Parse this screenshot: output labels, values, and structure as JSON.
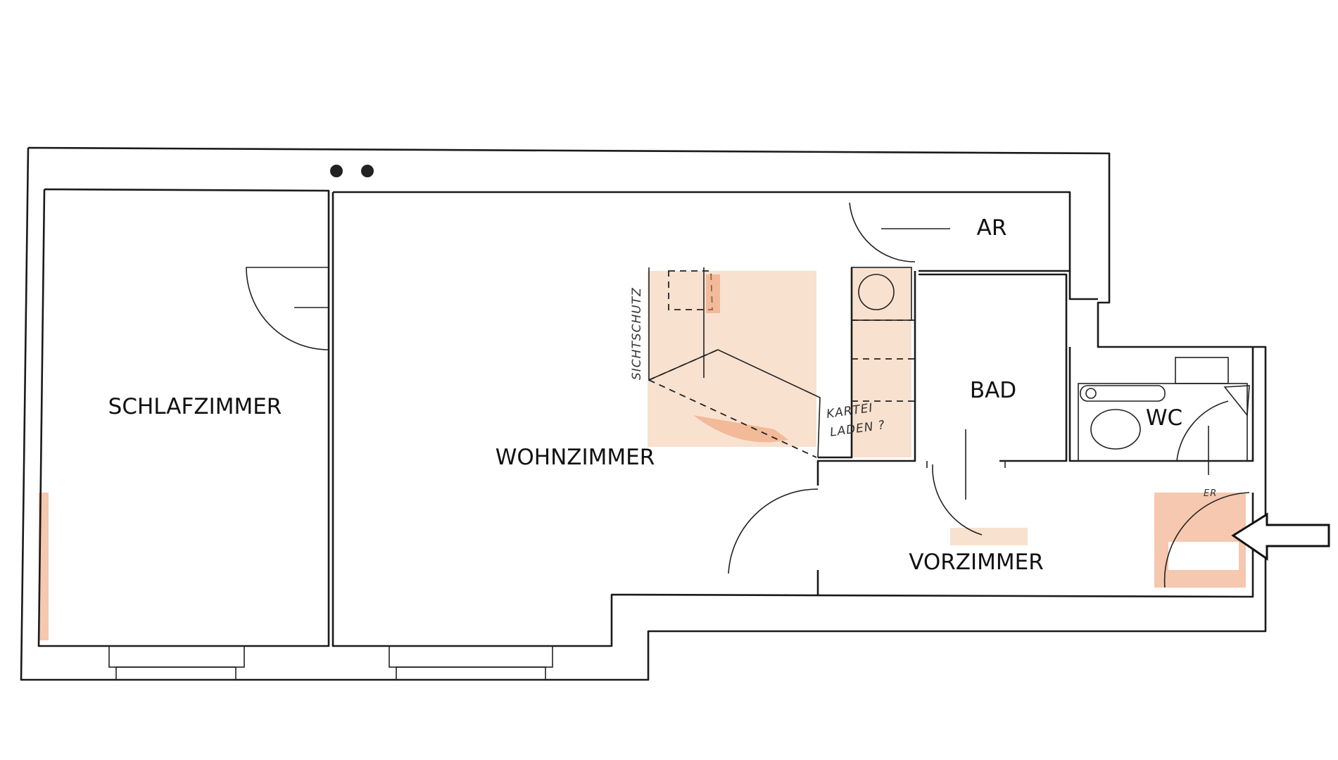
{
  "rooms": {
    "schlafzimmer": "SCHLAFZIMMER",
    "wohnzimmer": "WOHNZIMMER",
    "ar": "AR",
    "bad": "BAD",
    "wc": "WC",
    "vorzimmer": "VORZIMMER"
  },
  "annotations": {
    "sichtschutz": "SICHTSCHUTZ",
    "kartei_line1": "KARTEI",
    "kartei_line2": "LADEN ?",
    "er": "ER"
  },
  "entrance_arrow": "entrance-arrow",
  "colors": {
    "wall": "#1a1a1a",
    "tint_light": "#f3c9a8",
    "tint_dark": "#ec9a6e"
  }
}
